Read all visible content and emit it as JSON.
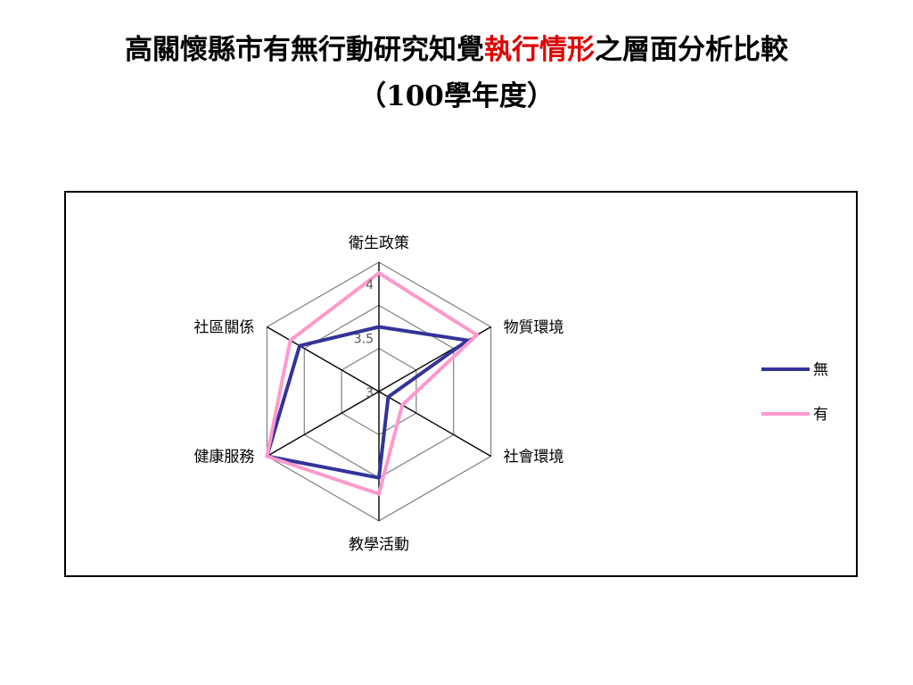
{
  "title": {
    "line1_prefix": "高關懷縣市有無行動研究知覺",
    "line1_highlight": "執行情形",
    "line1_suffix": "之層面分析比較",
    "line2": "（100學年度）"
  },
  "colors": {
    "highlight": "#e00000",
    "grid": "#808080",
    "axis": "#000000"
  },
  "chart_data": {
    "type": "radar",
    "axes": [
      "衛生政策",
      "物質環境",
      "社會環境",
      "教學活動",
      "健康服務",
      "社區關係"
    ],
    "ticks": [
      "3",
      "3.5",
      "4"
    ],
    "range": [
      3,
      4.2
    ],
    "grid": true,
    "legend_position": "right",
    "series": [
      {
        "name": "無",
        "color": "#333399",
        "values": [
          3.6,
          3.95,
          3.1,
          3.8,
          4.2,
          3.85
        ]
      },
      {
        "name": "有",
        "color": "#ff99cc",
        "values": [
          4.1,
          4.05,
          3.25,
          3.95,
          4.2,
          3.95
        ]
      }
    ]
  }
}
